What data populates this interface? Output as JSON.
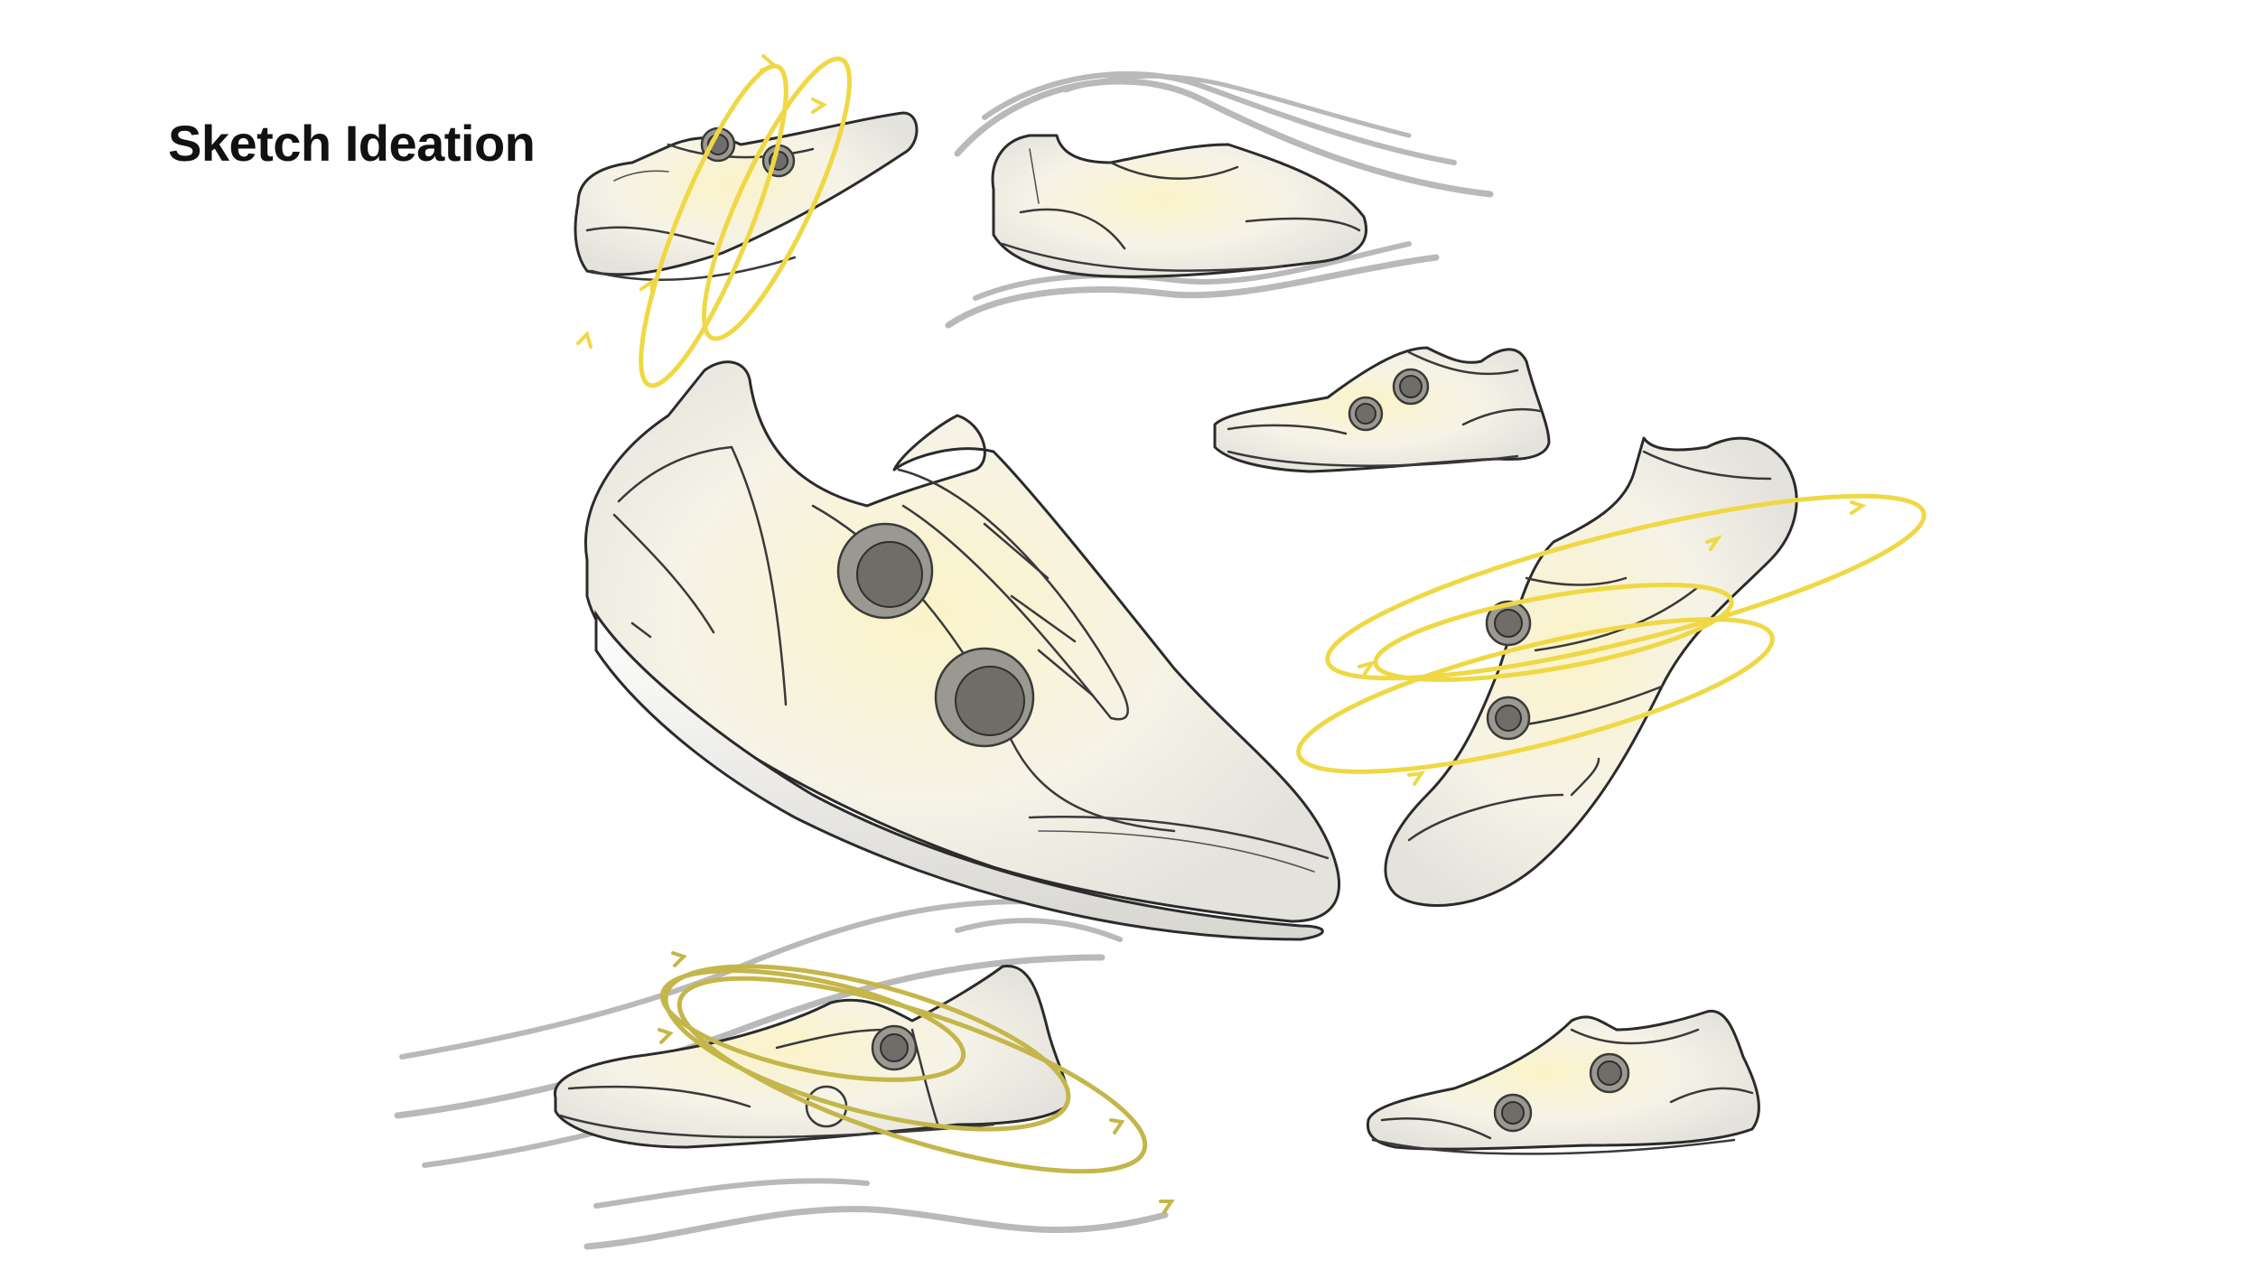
{
  "title": "Sketch Ideation",
  "colors": {
    "background": "#ffffff",
    "title_text": "#111111",
    "outline": "#2b2b2b",
    "shoe_fill": "#f5f3ea",
    "glow": "#f7eeb8",
    "dial": "#8e8c86",
    "wind_lines": "#b3b3b3",
    "orbit_yellow": "#efd844",
    "orbit_olive": "#c4b64a"
  },
  "sketches": [
    {
      "id": "top-left",
      "dials": 2,
      "effect": "yellow-orbit-rings"
    },
    {
      "id": "top-center",
      "dials": 0,
      "effect": "grey-wind-lines"
    },
    {
      "id": "center-hero",
      "dials": 2,
      "effect": "none"
    },
    {
      "id": "right-small",
      "dials": 2,
      "effect": "none"
    },
    {
      "id": "right-vertical",
      "dials": 2,
      "effect": "yellow-orbit-rings"
    },
    {
      "id": "bottom-left",
      "dials": 2,
      "effect": "wind-lines-and-olive-orbits"
    },
    {
      "id": "bottom-right",
      "dials": 2,
      "effect": "none"
    }
  ]
}
